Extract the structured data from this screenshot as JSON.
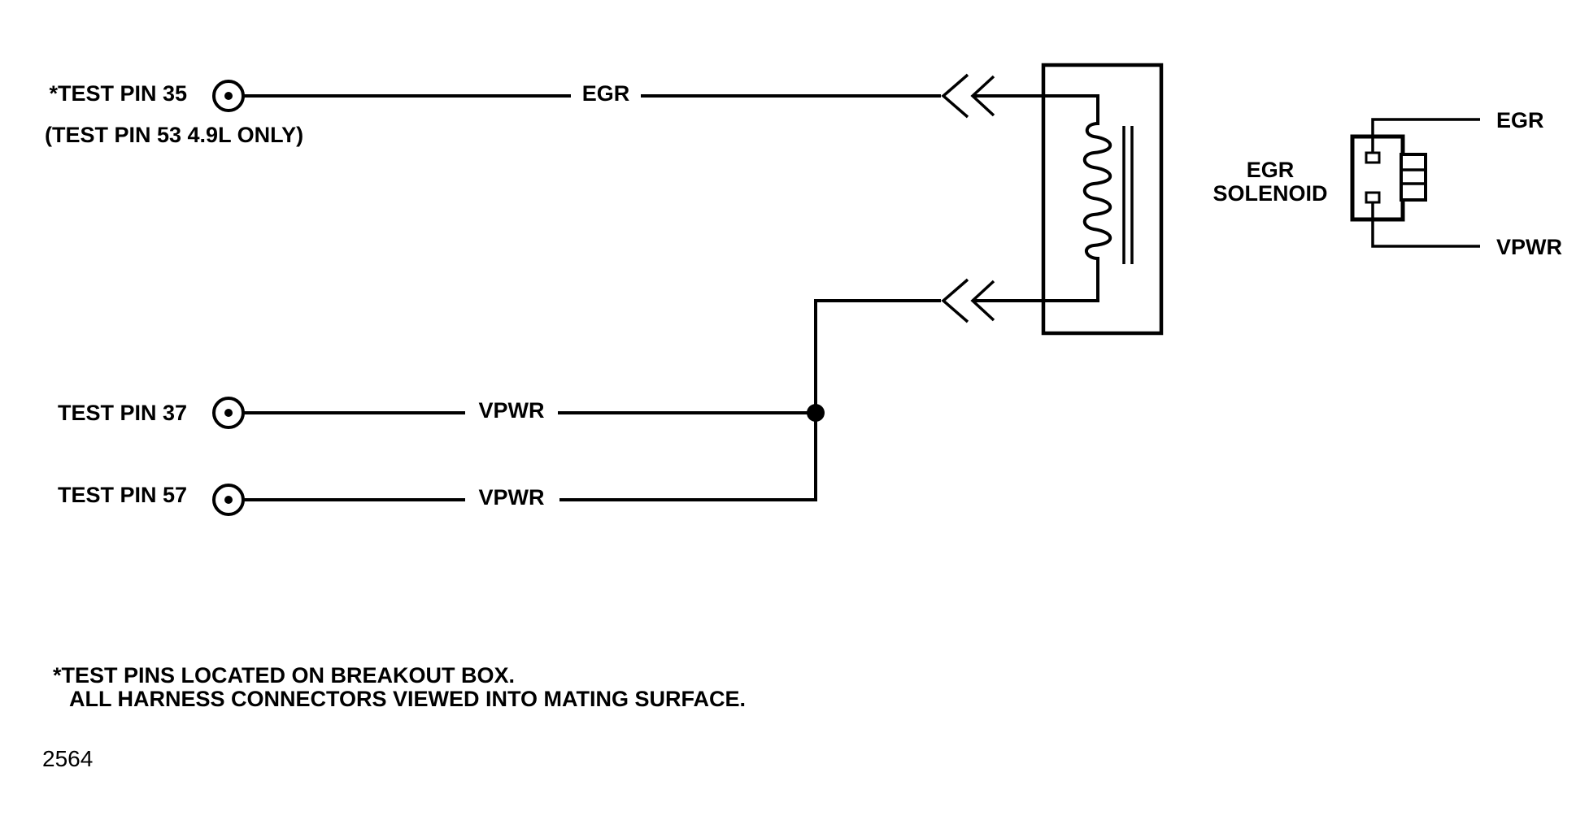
{
  "pins": [
    {
      "label": "*TEST PIN 35",
      "sublabel": "(TEST PIN 53 4.9L ONLY)",
      "wire": "EGR"
    },
    {
      "label": "TEST PIN 37",
      "wire": "VPWR"
    },
    {
      "label": "TEST PIN 57",
      "wire": "VPWR"
    }
  ],
  "solenoid": {
    "title_line1": "EGR",
    "title_line2": "SOLENOID",
    "terminal_top": "EGR",
    "terminal_bottom": "VPWR"
  },
  "footnote": {
    "line1": "*TEST PINS LOCATED ON BREAKOUT BOX.",
    "line2": "ALL HARNESS CONNECTORS VIEWED INTO MATING SURFACE."
  },
  "figure_number": "2564"
}
